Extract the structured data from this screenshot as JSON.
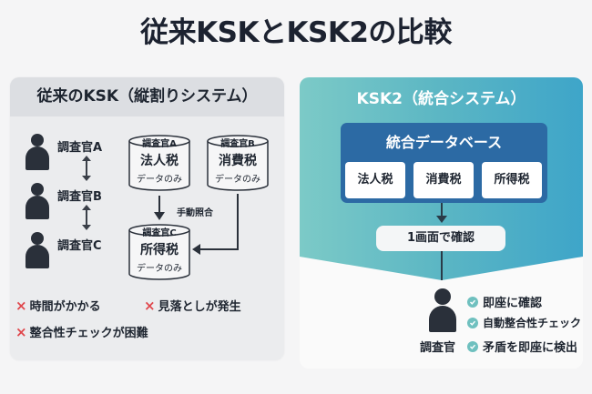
{
  "title": "従来KSKとKSK2の比較",
  "left": {
    "header": "従来のKSK（縦割りシステム）",
    "inspectors": [
      {
        "label": "調査官A"
      },
      {
        "label": "調査官B"
      },
      {
        "label": "調査官C"
      }
    ],
    "databases": [
      {
        "owner": "調査官A",
        "tax": "法人税",
        "note": "データのみ"
      },
      {
        "owner": "調査官B",
        "tax": "消費税",
        "note": "データのみ"
      },
      {
        "owner": "調査官C",
        "tax": "所得税",
        "note": "データのみ"
      }
    ],
    "manual_label": "手動照合",
    "cons": [
      {
        "icon": "×",
        "text": "時間がかかる"
      },
      {
        "icon": "×",
        "text": "見落としが発生"
      },
      {
        "icon": "×",
        "text": "整合性チェックが困難"
      }
    ]
  },
  "right": {
    "header": "KSK2（統合システム）",
    "db_title": "統合データベース",
    "db_items": [
      "法人税",
      "消費税",
      "所得税"
    ],
    "confirm": "1画面で確認",
    "inspector": "調査官",
    "benefits": [
      {
        "text": "即座に確認"
      },
      {
        "text": "自動整合性チェック"
      },
      {
        "text": "矛盾を即座に検出"
      }
    ]
  },
  "colors": {
    "teal_start": "#7ccac7",
    "teal_end": "#3ea5c9",
    "db_blue": "#2c6aa4",
    "cross_red": "#e0474c",
    "check_teal": "#6fc0bf"
  }
}
